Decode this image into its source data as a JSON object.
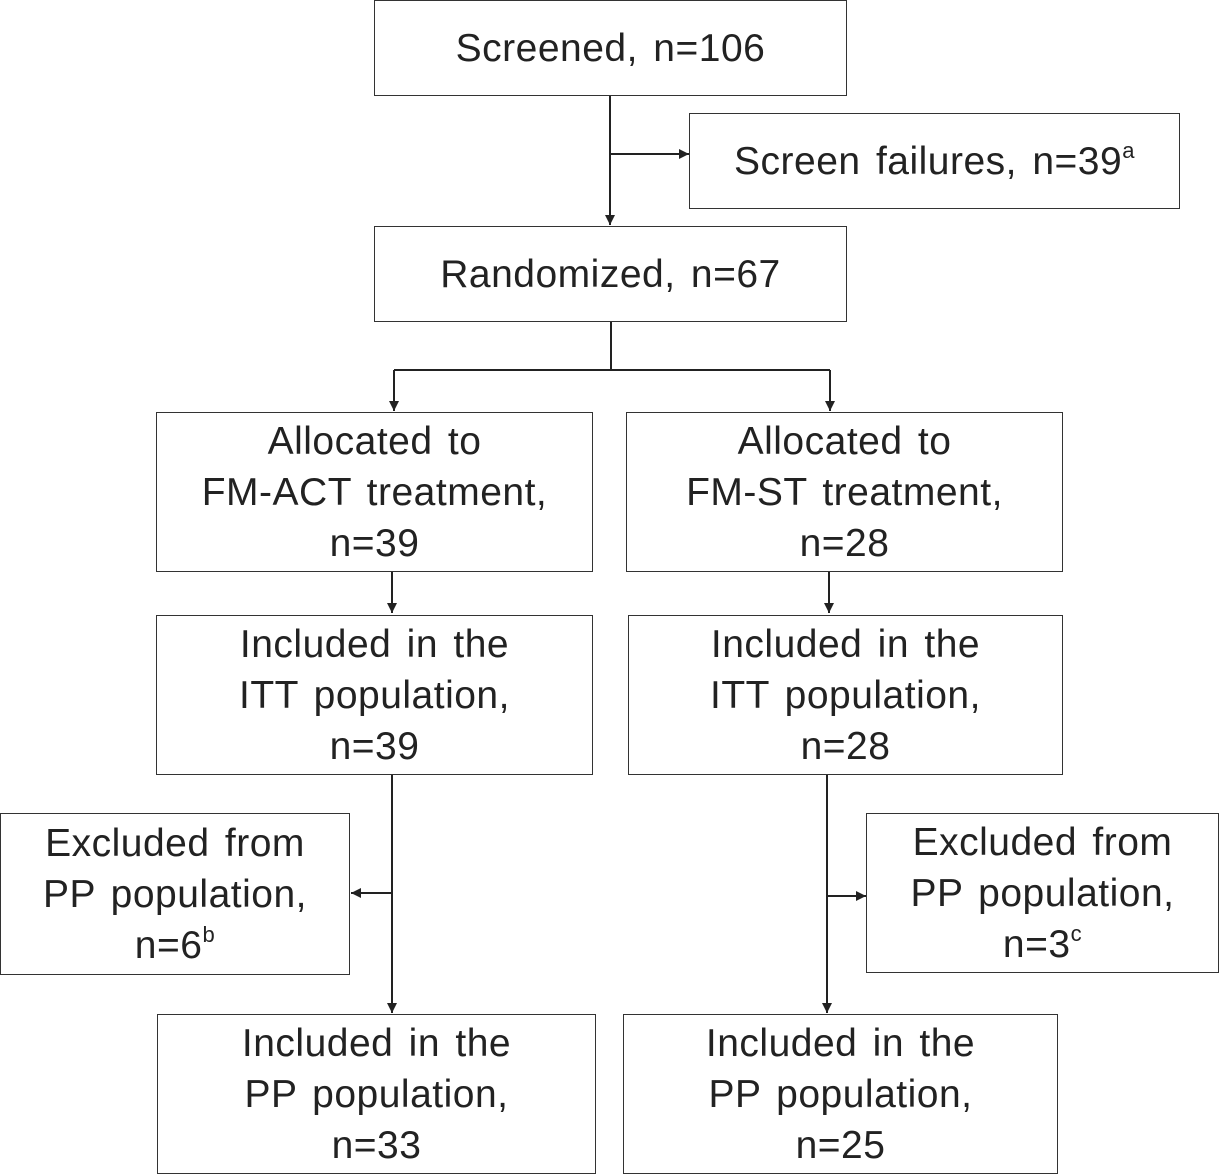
{
  "nodes": {
    "screened": {
      "lines": [
        "Screened, n=106"
      ]
    },
    "screen_failures": {
      "text": "Screen failures, n=39",
      "sup": "a"
    },
    "randomized": {
      "lines": [
        "Randomized, n=67"
      ]
    },
    "alloc_act": {
      "lines": [
        "Allocated to",
        "FM-ACT treatment,",
        "n=39"
      ]
    },
    "alloc_st": {
      "lines": [
        "Allocated to",
        "FM-ST treatment,",
        "n=28"
      ]
    },
    "itt_act": {
      "lines": [
        "Included in the",
        "ITT population,",
        "n=39"
      ]
    },
    "itt_st": {
      "lines": [
        "Included in the",
        "ITT population,",
        "n=28"
      ]
    },
    "excl_act": {
      "lines": [
        "Excluded from",
        "PP population,"
      ],
      "last": "n=6",
      "sup": "b"
    },
    "excl_st": {
      "lines": [
        "Excluded from",
        "PP population,"
      ],
      "last": "n=3",
      "sup": "c"
    },
    "pp_act": {
      "lines": [
        "Included in the",
        "PP population,",
        "n=33"
      ]
    },
    "pp_st": {
      "lines": [
        "Included in the",
        "PP population,",
        "n=25"
      ]
    }
  },
  "colors": {
    "line": "#222222",
    "border": "#333333",
    "text": "#222222"
  }
}
